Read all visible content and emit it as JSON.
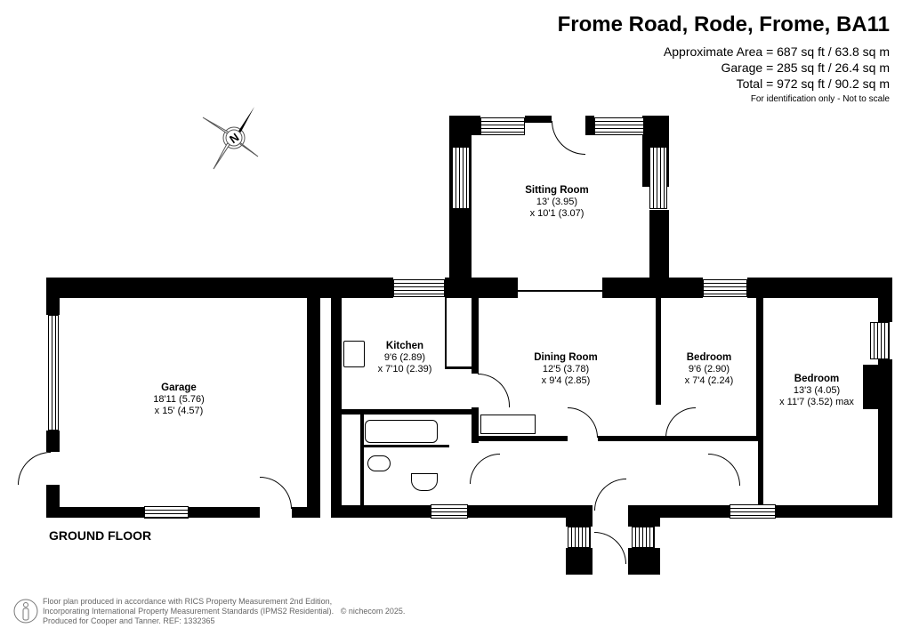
{
  "header": {
    "title": "Frome Road, Rode, Frome, BA11",
    "approx_area": "Approximate Area = 687 sq ft / 63.8 sq m",
    "garage_area": "Garage = 285 sq ft / 26.4 sq m",
    "total_area": "Total = 972 sq ft / 90.2 sq m",
    "disclaimer": "For identification only - Not to scale"
  },
  "compass": {
    "label": "N",
    "icon": "compass-icon"
  },
  "rooms": [
    {
      "name": "Sitting Room",
      "dim1": "13' (3.95)",
      "dim2": "x 10'1 (3.07)"
    },
    {
      "name": "Kitchen",
      "dim1": "9'6 (2.89)",
      "dim2": "x 7'10 (2.39)"
    },
    {
      "name": "Dining Room",
      "dim1": "12'5 (3.78)",
      "dim2": "x 9'4 (2.85)"
    },
    {
      "name": "Bedroom",
      "dim1": "9'6 (2.90)",
      "dim2": "x 7'4 (2.24)"
    },
    {
      "name": "Bedroom",
      "dim1": "13'3 (4.05)",
      "dim2": "x 11'7 (3.52) max"
    },
    {
      "name": "Garage",
      "dim1": "18'11 (5.76)",
      "dim2": "x 15' (4.57)"
    }
  ],
  "floor_label": "GROUND FLOOR",
  "footer": {
    "line1": "Floor plan produced in accordance with RICS Property Measurement 2nd Edition,",
    "line2": "Incorporating International Property Measurement Standards (IPMS2 Residential).",
    "copyright": "© nichecom 2025.",
    "line3": "Produced for Cooper and Tanner.   REF:  1332365"
  }
}
